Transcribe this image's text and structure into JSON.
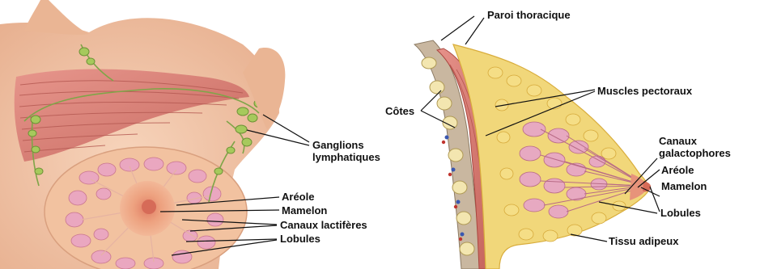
{
  "labels": {
    "front": {
      "ganglions_line1": "Ganglions",
      "ganglions_line2": "lymphatiques",
      "areole": "Aréole",
      "mamelon": "Mamelon",
      "canaux_lactiferes": "Canaux lactifères",
      "lobules": "Lobules"
    },
    "side": {
      "paroi_thoracique": "Paroi thoracique",
      "cotes": "Côtes",
      "muscles_pectoraux": "Muscles pectoraux",
      "canaux_line1": "Canaux",
      "canaux_line2": "galactophores",
      "areole": "Aréole",
      "mamelon": "Mamelon",
      "lobules": "Lobules",
      "tissu_adipeux": "Tissu adipeux"
    }
  },
  "colors": {
    "skin": "#f3c5a6",
    "skin_shadow": "#e2a884",
    "muscle": "#d9786e",
    "muscle_dark": "#b9504a",
    "fat": "#f1d77a",
    "fat_outline": "#d9ad3c",
    "lobule": "#e9a9c3",
    "lymph": "#9cc25a",
    "leader_line": "#111111"
  }
}
